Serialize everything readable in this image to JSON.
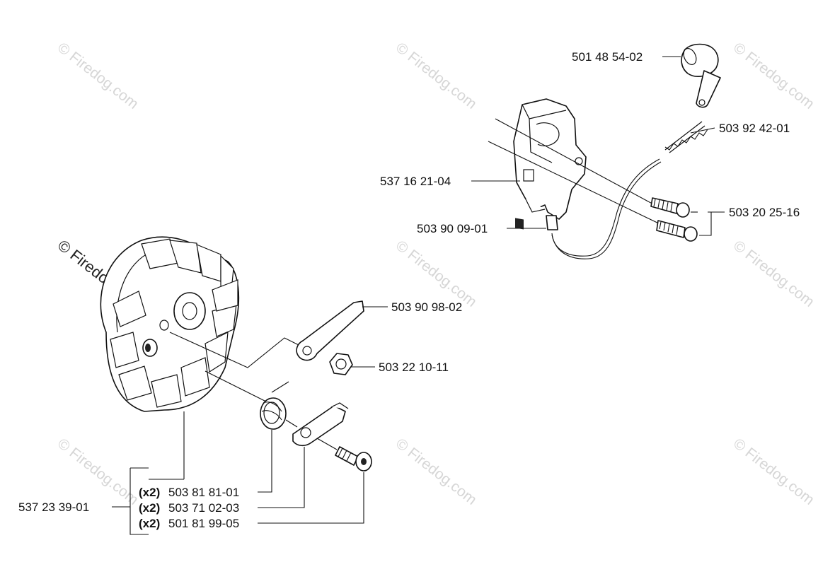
{
  "watermark": {
    "text": "© Firedog.com"
  },
  "labels": {
    "p1": "501 48 54-02",
    "p2": "503 92 42-01",
    "p3": "537 16 21-04",
    "p4": "503 20 25-16",
    "p5": "503 90 09-01",
    "p6": "503 90 98-02",
    "p7": "503 22 10-11",
    "p8": "537 23 39-01",
    "p9": "503 81 81-01",
    "p10": "503 71 02-03",
    "p11": "501 81 99-05"
  },
  "qty": {
    "q9": "(x2)",
    "q10": "(x2)",
    "q11": "(x2)"
  }
}
